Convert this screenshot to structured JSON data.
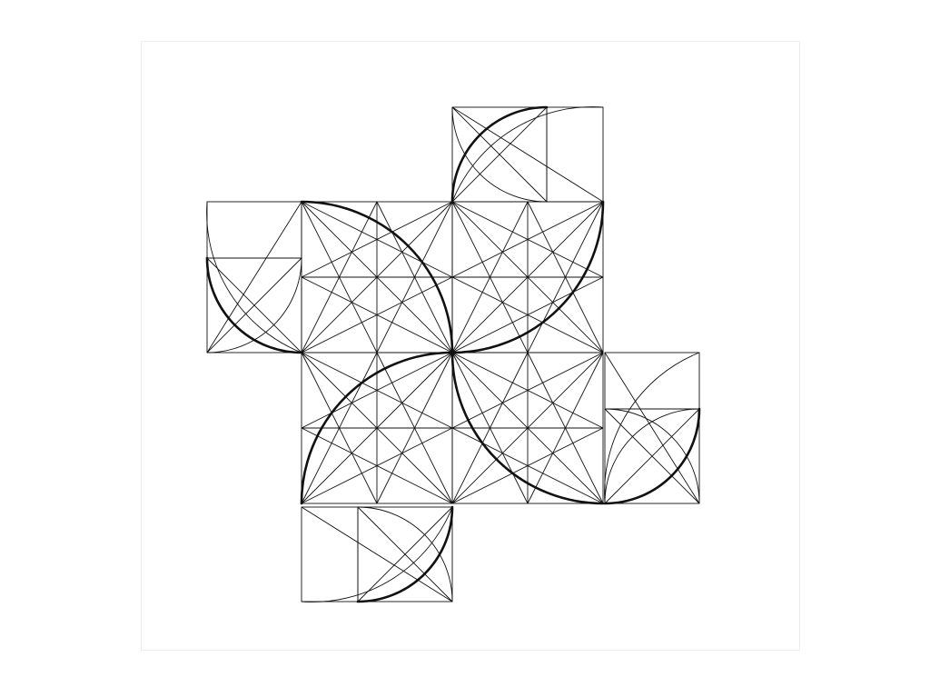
{
  "diagram": {
    "description_text": "",
    "colors": {
      "background": "#ffffff",
      "frame_border": "#ececec",
      "line": "#111111"
    },
    "elements": [
      "central-square-grid",
      "golden-spiral-top",
      "golden-spiral-left",
      "golden-spiral-right",
      "golden-spiral-bottom",
      "central-thick-arcs"
    ]
  }
}
